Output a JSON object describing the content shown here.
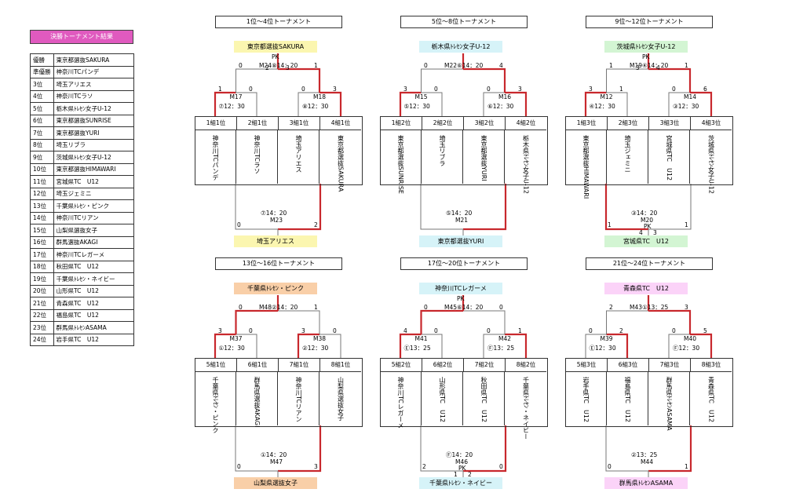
{
  "ranking": {
    "title": "決勝トーナメント結果",
    "rows": [
      [
        "優勝",
        "東京都選抜SAKURA"
      ],
      [
        "準優勝",
        "神奈川TCパンデ"
      ],
      [
        "3位",
        "埼玉アリエス"
      ],
      [
        "4位",
        "神奈川TCラソ"
      ],
      [
        "5位",
        "栃木県ﾄﾚｾﾝ女子U-12"
      ],
      [
        "6位",
        "東京都選抜SUNRISE"
      ],
      [
        "7位",
        "東京都選抜YURI"
      ],
      [
        "8位",
        "埼玉リブラ"
      ],
      [
        "9位",
        "茨城県ﾄﾚｾﾝ女子U-12"
      ],
      [
        "10位",
        "東京都選抜HIMAWARI"
      ],
      [
        "11位",
        "宮城県TC　U12"
      ],
      [
        "12位",
        "埼玉ジェミニ"
      ],
      [
        "13位",
        "千葉県ﾄﾚｾﾝ・ピンク"
      ],
      [
        "14位",
        "神奈川TCリアン"
      ],
      [
        "15位",
        "山梨県選抜女子"
      ],
      [
        "16位",
        "群馬選抜AKAGI"
      ],
      [
        "17位",
        "神奈川TCレガーメ"
      ],
      [
        "18位",
        "秋田県TC　U12"
      ],
      [
        "19位",
        "千葉県ﾄﾚｾﾝ・ネイビー"
      ],
      [
        "20位",
        "山形県TC　U12"
      ],
      [
        "21位",
        "青森県TC　U12"
      ],
      [
        "22位",
        "福島県TC　U12"
      ],
      [
        "23位",
        "群馬県ﾄﾚｾﾝASAMA"
      ],
      [
        "24位",
        "岩手県TC　U12"
      ]
    ]
  },
  "brackets": [
    {
      "title": "1位～4位トーナメント",
      "winner": "東京都選抜SAKURA",
      "winner_color": "#fbf6b0",
      "bottom": "埼玉アリエス",
      "bottom_color": "#fbf6b0",
      "final_match": "M24⑧14：20",
      "final_pk": "PK",
      "final_scores": [
        "0",
        "1"
      ],
      "final_pk_scores": [
        "2",
        "3"
      ],
      "left_match": "M17",
      "left_time": "⑦12：30",
      "left_scores": [
        "1",
        "0"
      ],
      "right_match": "M18",
      "right_time": "⑧12：30",
      "right_scores": [
        "0",
        "3"
      ],
      "headers": [
        "1組1位",
        "2組1位",
        "3組1位",
        "4組1位"
      ],
      "teams": [
        "神奈川TCパンデ",
        "神奈川TCラソ",
        "埼玉アリエス",
        "東京都選抜SAKURA"
      ],
      "bottom_time": "⑦14：20",
      "bottom_match": "M23",
      "bottom_scores": [
        "0",
        "2"
      ],
      "win_final": "left-in-right",
      "win_left": 0,
      "win_right": 1,
      "win_bottom": 1
    },
    {
      "title": "5位～8位トーナメント",
      "winner": "栃木県ﾄﾚｾﾝ女子U-12",
      "winner_color": "#d6f3f8",
      "bottom": "東京都選抜YURI",
      "bottom_color": "#d6f3f8",
      "final_match": "M22⑥14：20",
      "final_pk": "",
      "final_scores": [
        "0",
        "4"
      ],
      "final_pk_scores": [
        "",
        ""
      ],
      "left_match": "M15",
      "left_time": "⑤12：30",
      "left_scores": [
        "3",
        "0"
      ],
      "right_match": "M16",
      "right_time": "⑥12：30",
      "right_scores": [
        "0",
        "3"
      ],
      "headers": [
        "1組2位",
        "2組2位",
        "3組2位",
        "4組2位"
      ],
      "teams": [
        "東京都選抜SUNRISE",
        "埼玉リブラ",
        "東京都選抜YURI",
        "栃木県ﾄﾚｾﾝ女子U-12"
      ],
      "bottom_time": "⑤14：20",
      "bottom_match": "M21",
      "bottom_scores": [
        "",
        ""
      ],
      "win_final": "right",
      "win_left": 0,
      "win_right": 1,
      "win_bottom": 1
    },
    {
      "title": "9位～12位トーナメント",
      "winner": "茨城県ﾄﾚｾﾝ女子U-12",
      "winner_color": "#d3f5d3",
      "bottom": "宮城県TC　U12",
      "bottom_color": "#d3f5d3",
      "final_match": "M19④14：20",
      "final_pk": "PK",
      "final_scores": [
        "1",
        "1"
      ],
      "final_pk_scores": [
        "3",
        "4"
      ],
      "left_match": "M12",
      "left_time": "④12：30",
      "left_scores": [
        "3",
        "1"
      ],
      "right_match": "M14",
      "right_time": "③12：30",
      "right_scores": [
        "0",
        "6"
      ],
      "headers": [
        "1組3位",
        "2組3位",
        "3組3位",
        "4組3位"
      ],
      "teams": [
        "東京都選抜HIMAWARI",
        "埼玉ジェミニ",
        "宮城県TC　U12",
        "茨城県ﾄﾚｾﾝ女子U-12"
      ],
      "bottom_time": "③14：20",
      "bottom_match": "M20",
      "bottom_scores": [
        "1",
        "1"
      ],
      "bottom_pk": "PK",
      "bottom_pk_scores": [
        "4",
        "3"
      ],
      "win_final": "right",
      "win_left": 0,
      "win_right": 1,
      "win_bottom": 0
    },
    {
      "title": "13位～16位トーナメント",
      "winner": "千葉県ﾄﾚｾﾝ・ピンク",
      "winner_color": "#f9cfa8",
      "bottom": "山梨県選抜女子",
      "bottom_color": "#f9cfa8",
      "final_match": "M48②14：20",
      "final_pk": "",
      "final_scores": [
        "0",
        "1"
      ],
      "final_pk_scores": [
        "",
        ""
      ],
      "left_match": "M37",
      "left_time": "①12：30",
      "left_scores": [
        "3",
        "0"
      ],
      "right_match": "M38",
      "right_time": "②12：30",
      "right_scores": [
        "3",
        "0"
      ],
      "headers": [
        "5組1位",
        "6組1位",
        "7組1位",
        "8組1位"
      ],
      "teams": [
        "千葉県ﾄﾚｾﾝ・ピンク",
        "群馬県選抜AKAGI",
        "神奈川TCリアン",
        "山梨県選抜女子"
      ],
      "bottom_time": "①14：20",
      "bottom_match": "M47",
      "bottom_scores": [
        "0",
        "3"
      ],
      "win_final": "left",
      "win_left": 0,
      "win_right": 0,
      "win_bottom": 1
    },
    {
      "title": "17位～20位トーナメント",
      "winner": "神奈川TCレガーメ",
      "winner_color": "#d6f3f8",
      "bottom": "千葉県ﾄﾚｾﾝ・ネイビー",
      "bottom_color": "#d6f3f8",
      "final_match": "M45⑥14：20",
      "final_pk": "PK",
      "final_scores": [
        "0",
        "0"
      ],
      "final_pk_scores": [
        "",
        ""
      ],
      "left_match": "M41",
      "left_time": "Ⓔ13：25",
      "left_scores": [
        "4",
        "0"
      ],
      "right_match": "M42",
      "right_time": "Ⓕ13：25",
      "right_scores": [
        "0",
        "1"
      ],
      "headers": [
        "5組2位",
        "6組2位",
        "7組2位",
        "8組2位"
      ],
      "teams": [
        "神奈川TCレガーメ",
        "山形県TC　U12",
        "秋田県TC　U12",
        "千葉県ﾄﾚｾﾝ・ネイビー"
      ],
      "bottom_time": "Ⓕ14：20",
      "bottom_match": "M46",
      "bottom_scores": [
        "2",
        "0"
      ],
      "bottom_pk": "PK",
      "bottom_pk_scores": [
        "1",
        "2"
      ],
      "win_final": "left",
      "win_left": 0,
      "win_right": 1,
      "win_bottom": 1
    },
    {
      "title": "21位～24位トーナメント",
      "winner": "青森県TC　U12",
      "winner_color": "#fbd3f8",
      "bottom": "群馬県ﾄﾚｾﾝASAMA",
      "bottom_color": "#fbd3f8",
      "final_match": "M43①13：25",
      "final_pk": "",
      "final_scores": [
        "2",
        "3"
      ],
      "final_pk_scores": [
        "",
        ""
      ],
      "left_match": "M39",
      "left_time": "Ⓔ12：30",
      "left_scores": [
        "0",
        "2"
      ],
      "right_match": "M40",
      "right_time": "Ⓕ12：30",
      "right_scores": [
        "0",
        "5"
      ],
      "headers": [
        "5組3位",
        "6組3位",
        "7組3位",
        "8組3位"
      ],
      "teams": [
        "岩手県TC　U12",
        "福島県TC　U12",
        "群馬県ﾄﾚｾﾝASAMA",
        "青森県TC　U12"
      ],
      "bottom_time": "②13：25",
      "bottom_match": "M44",
      "bottom_scores": [
        "0",
        "1"
      ],
      "win_final": "right",
      "win_left": 1,
      "win_right": 1,
      "win_bottom": 1
    }
  ]
}
